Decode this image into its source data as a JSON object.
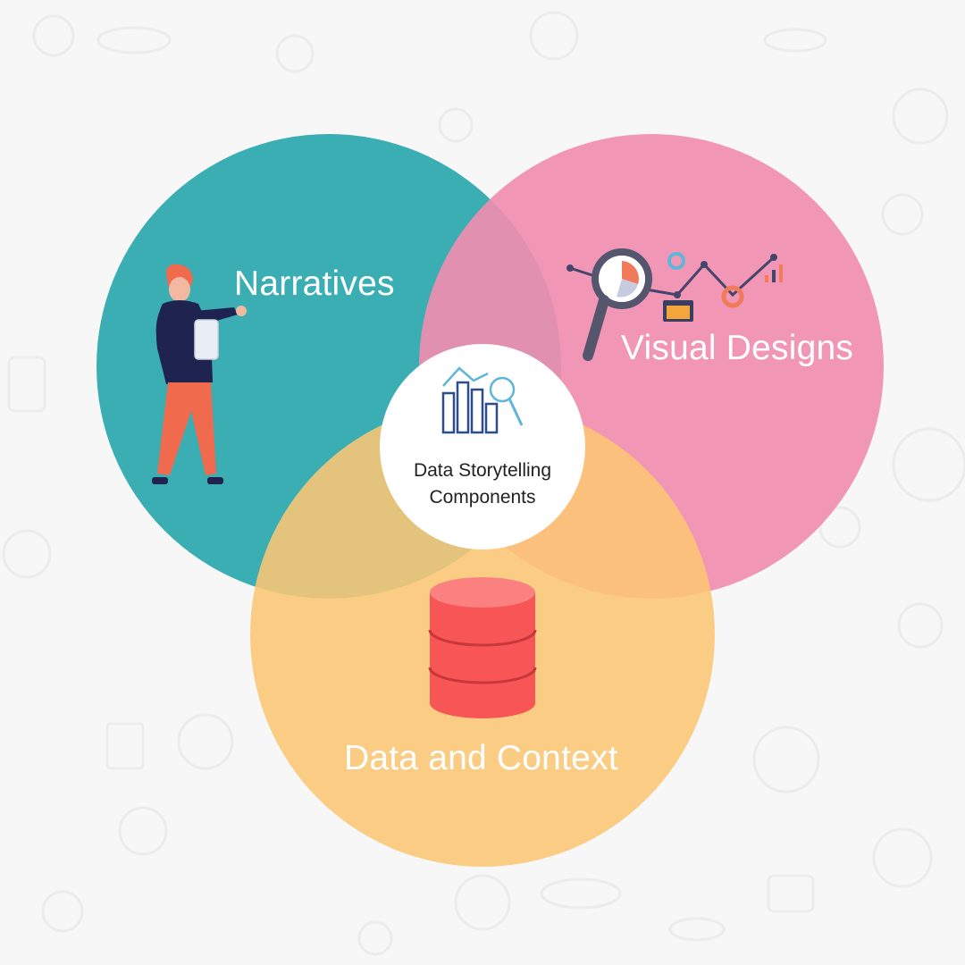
{
  "diagram": {
    "center": {
      "line1": "Data Storytelling",
      "line2": "Components"
    },
    "circles": [
      {
        "id": "narratives",
        "label": "Narratives",
        "color": "#3aaeb3"
      },
      {
        "id": "visual-designs",
        "label": "Visual Designs",
        "color": "#f08daf"
      },
      {
        "id": "data-context",
        "label": "Data and Context",
        "color": "#fcc774"
      }
    ],
    "icons": {
      "narratives": "presenter-person-icon",
      "visual_designs": "magnifier-line-chart-icon",
      "data_context": "database-cylinder-icon",
      "center": "bar-chart-magnifier-icon"
    },
    "colors": {
      "background": "#f7f7f7",
      "database": "#f85556",
      "center_fill": "#ffffff",
      "center_icon": "#2c4e8c"
    }
  }
}
